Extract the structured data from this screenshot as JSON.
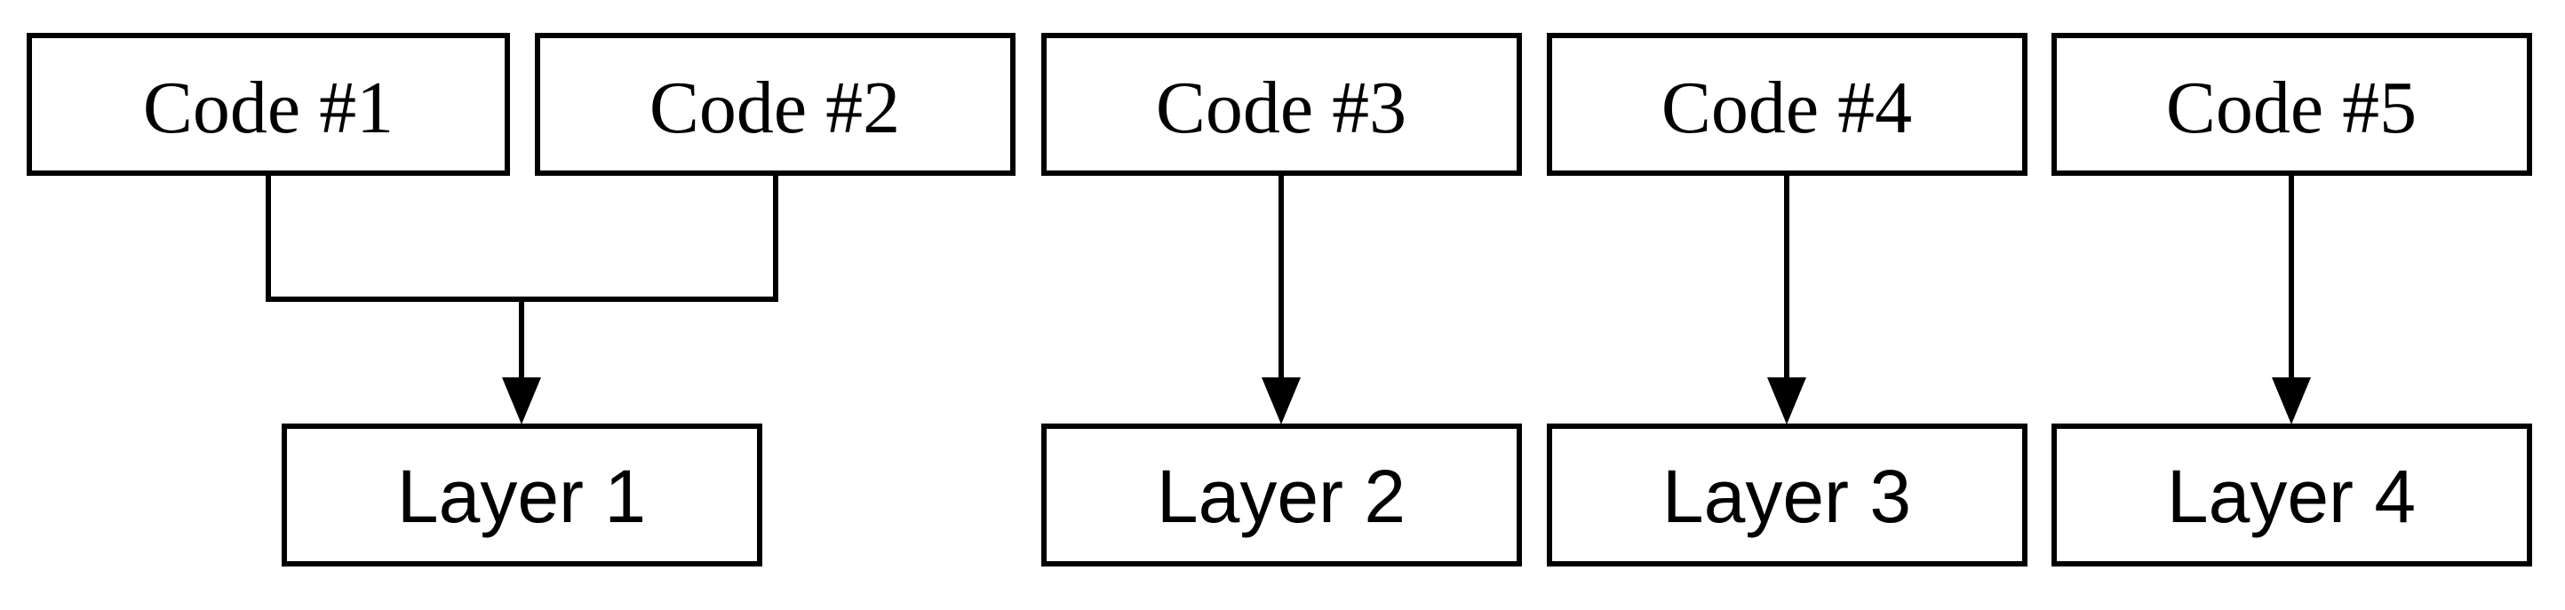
{
  "codes": [
    {
      "label": "Code #1"
    },
    {
      "label": "Code #2"
    },
    {
      "label": "Code #3"
    },
    {
      "label": "Code #4"
    },
    {
      "label": "Code #5"
    }
  ],
  "layers": [
    {
      "label": "Layer 1"
    },
    {
      "label": "Layer 2"
    },
    {
      "label": "Layer 3"
    },
    {
      "label": "Layer 4"
    }
  ],
  "colors": {
    "stroke": "#000000",
    "background": "#ffffff"
  }
}
